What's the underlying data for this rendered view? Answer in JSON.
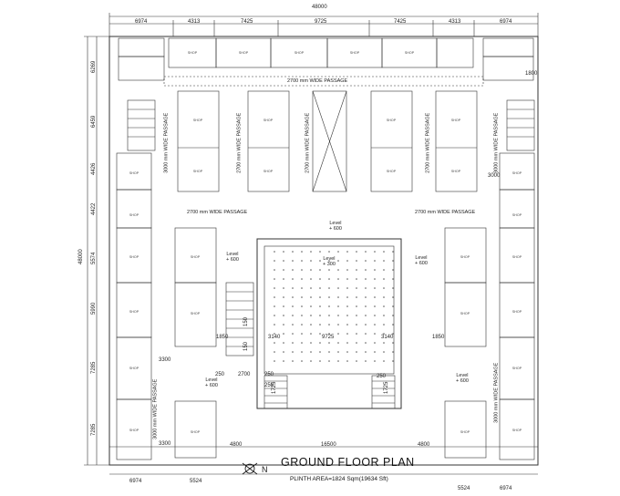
{
  "plan": {
    "title": "GROUND  FLOOR PLAN",
    "subtitle": "PLINTH AREA=1824 Sqm(19634 Sft)",
    "north_label": "N",
    "north_icon": "north-arrow-icon",
    "dims_top": {
      "overall": "48000",
      "d1": "6974",
      "d2": "4313",
      "d3": "7425",
      "d4": "9725",
      "d5": "7425",
      "d6": "4313",
      "d7": "6974"
    },
    "dims_left": {
      "overall": "48000",
      "d1": "6269",
      "d2": "6459",
      "d3": "4426",
      "d4": "4422",
      "d5": "5574",
      "d6": "5990",
      "d7": "7285",
      "d8": "7285"
    },
    "dims_bottom": {
      "d1": "6974",
      "d2": "5524",
      "d3": "4800",
      "d4": "16500",
      "d5": "4800",
      "d6": "5524",
      "d7": "6974"
    },
    "passages": {
      "top": "2700 mm WIDE PASSAGE",
      "mid_left": "2700 mm WIDE PASSAGE",
      "mid_right": "2700 mm WIDE PASSAGE",
      "v1": "3000 mm WIDE PASSAGE",
      "v2": "2700 mm WIDE PASSAGE",
      "v3": "2700 mm WIDE PASSAGE",
      "v4": "2700 mm WIDE PASSAGE",
      "v5": "3000 mm WIDE PASSAGE",
      "v6": "3000 mm WIDE PASSAGE",
      "v7": "3000 mm WIDE PASSAGE"
    },
    "levels": {
      "top": "Level\n+ 600",
      "center": "Level\n+ 300",
      "left": "Level\n+ 600",
      "right": "Level\n+ 600",
      "bottom_left": "Level\n+ 600",
      "bottom_right": "Level\n+ 600"
    },
    "inner_dims": {
      "a": "3300",
      "b": "3300",
      "c": "1850",
      "d": "1850",
      "e": "3140",
      "f": "9725",
      "g": "3140",
      "h": "250",
      "i": "2700",
      "j": "250",
      "k": "250",
      "l": "250",
      "m": "1800",
      "n": "3000",
      "o": "150",
      "p": "150",
      "q": "1725",
      "r": "1725"
    },
    "room_label": "SHOP"
  }
}
